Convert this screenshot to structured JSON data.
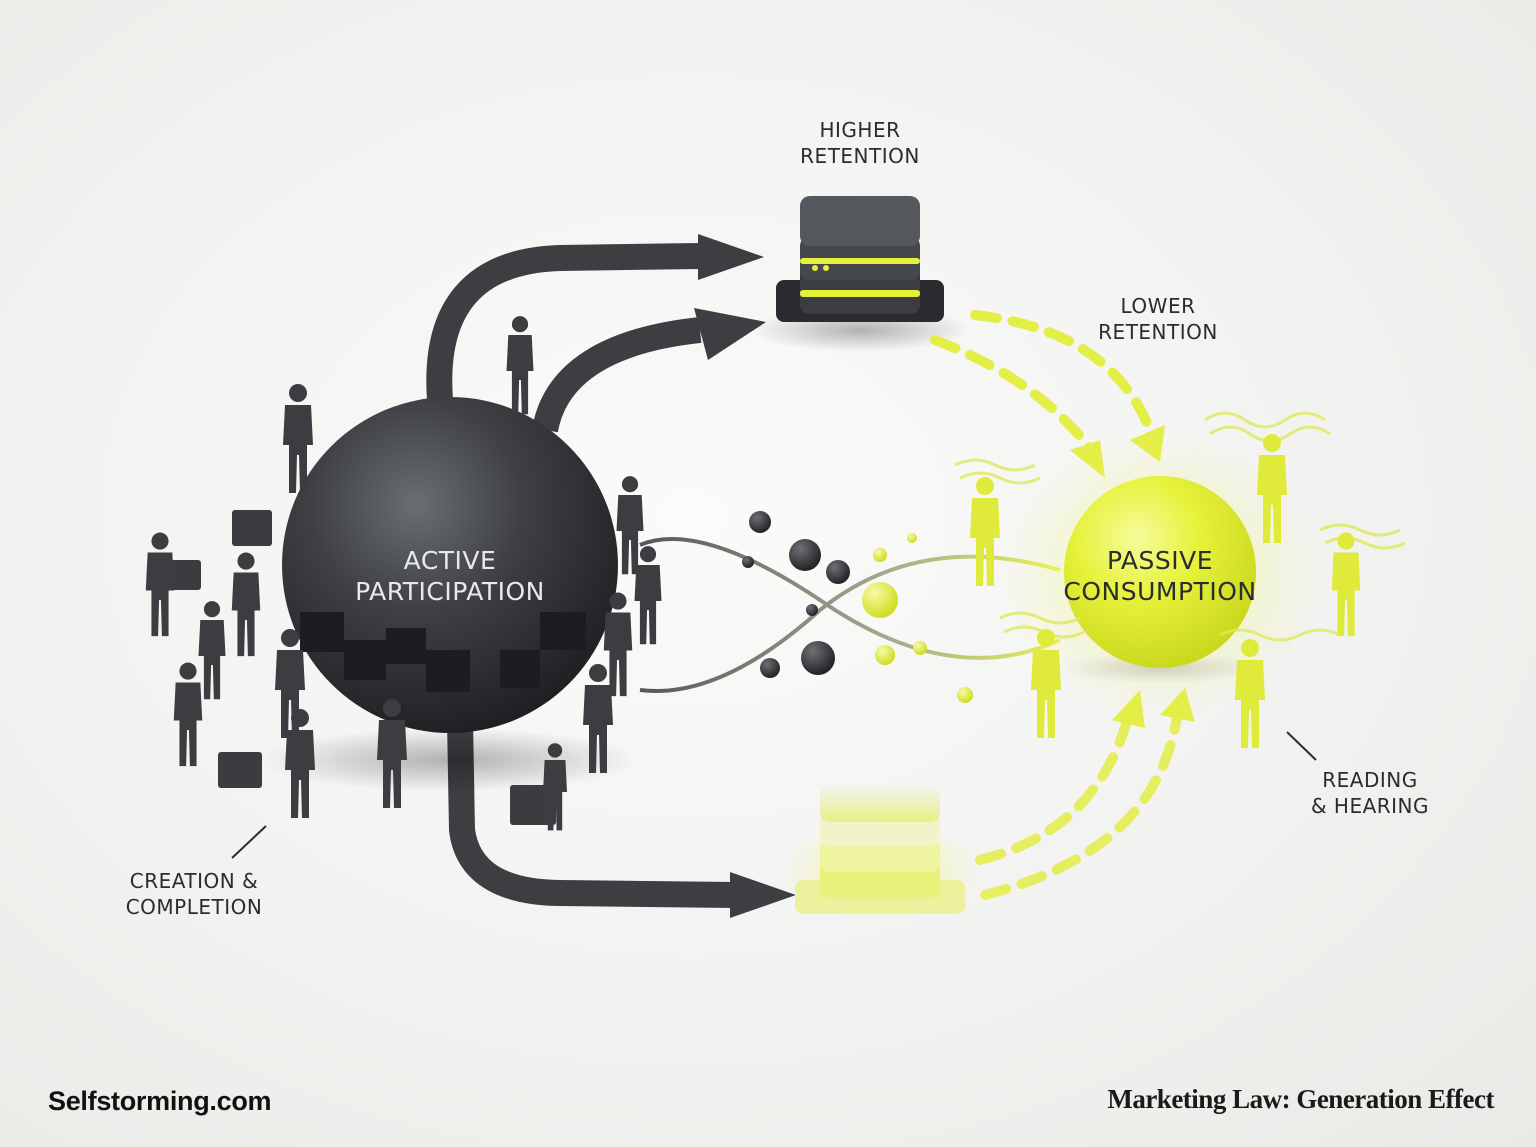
{
  "diagram": {
    "active_sphere": {
      "line1": "ACTIVE",
      "line2": "PARTICIPATION"
    },
    "passive_sphere": {
      "line1": "PASSIVE",
      "line2": "CONSUMPTION"
    },
    "labels": {
      "higher_retention": {
        "line1": "HIGHER",
        "line2": "RETENTION"
      },
      "lower_retention": {
        "line1": "LOWER",
        "line2": "RETENTION"
      },
      "creation_completion": {
        "line1": "CREATION &",
        "line2": "COMPLETION"
      },
      "reading_hearing": {
        "line1": "READING",
        "line2": "& HEARING"
      }
    }
  },
  "footer": {
    "brand": "Selfstorming.com",
    "title": "Marketing Law: Generation Effect"
  },
  "colors": {
    "dark": "#3a3c40",
    "accent_yellow": "#e6f23c",
    "text": "#2a2c2e"
  }
}
